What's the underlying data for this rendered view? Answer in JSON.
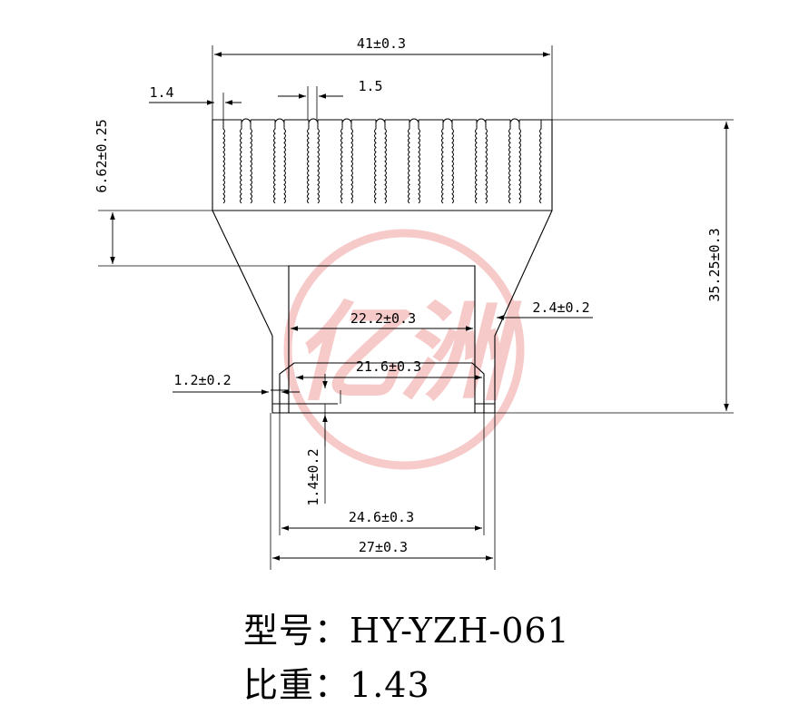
{
  "dimensions": {
    "overall_width": "41±0.3",
    "fin_thickness": "1.4",
    "fin_gap": "1.5",
    "base_thickness": "6.62±0.25",
    "total_height": "35.25±0.3",
    "inner_width_top": "22.2±0.3",
    "wall_thickness": "2.4±0.2",
    "inner_width_lower": "21.6±0.3",
    "flange_thickness": "1.2±0.2",
    "step_height": "1.4±0.2",
    "bottom_inner_width": "24.6±0.3",
    "bottom_outer_width": "27±0.3"
  },
  "watermark": {
    "text": "亿洲",
    "color": "#f2a0a0"
  },
  "caption": {
    "model_label": "型号：",
    "model_value": "HY-YZH-061",
    "density_label": "比重：",
    "density_value": "1.43"
  },
  "colors": {
    "line": "#000000",
    "watermark": "#f2a0a0"
  }
}
